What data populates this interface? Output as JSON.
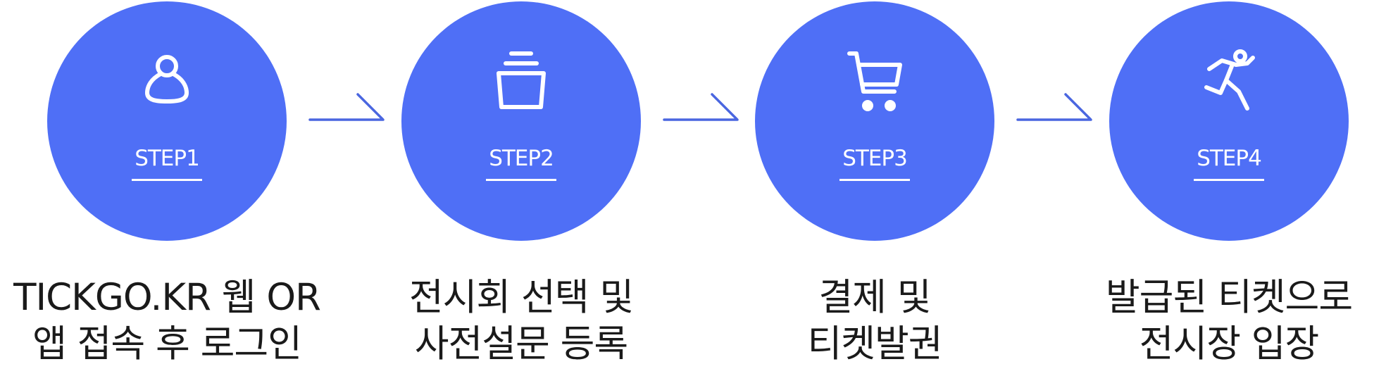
{
  "accent_color": "#4f6ff6",
  "arrow_color": "#4a66e0",
  "steps": [
    {
      "label": "STEP1",
      "icon": "user-icon",
      "caption_line1": "TICKGO.KR 웹 OR",
      "caption_line2": "앱 접속 후 로그인"
    },
    {
      "label": "STEP2",
      "icon": "basket-icon",
      "caption_line1": "전시회 선택 및",
      "caption_line2": "사전설문 등록"
    },
    {
      "label": "STEP3",
      "icon": "cart-icon",
      "caption_line1": "결제 및",
      "caption_line2": "티켓발권"
    },
    {
      "label": "STEP4",
      "icon": "running-person-icon",
      "caption_line1": "발급된 티켓으로",
      "caption_line2": "전시장 입장"
    }
  ]
}
